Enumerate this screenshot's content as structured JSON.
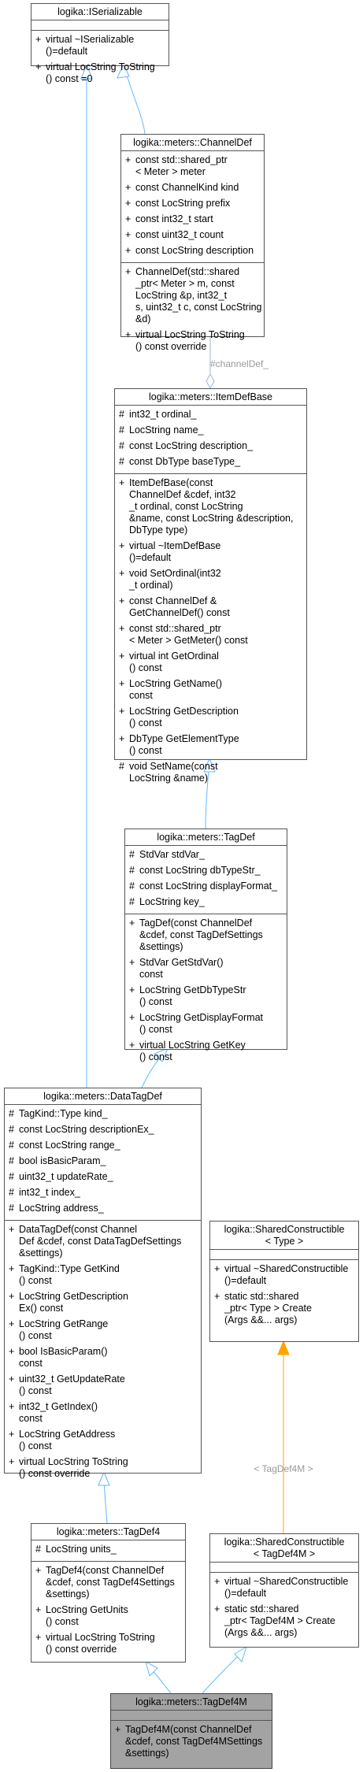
{
  "colors": {
    "inheritance": "#63b8ff",
    "template": "#ffa500",
    "usage": "#9ab6d6",
    "label": "#9a9a9a"
  },
  "edge_labels": {
    "channel_def": "#channelDef_",
    "tagdef4m": "< TagDef4M >"
  },
  "classes": {
    "iserializable": {
      "title": [
        "logika::ISerializable"
      ],
      "attributes": [],
      "methods": [
        {
          "v": "+",
          "t": "virtual ~ISerializable\n()=default"
        },
        {
          "v": "+",
          "t": "virtual LocString ToString\n() const =0"
        }
      ]
    },
    "channeldef": {
      "title": [
        "logika::meters::ChannelDef"
      ],
      "attributes": [
        {
          "v": "+",
          "t": "const std::shared_ptr\n< Meter > meter"
        },
        {
          "v": "+",
          "t": "const ChannelKind kind"
        },
        {
          "v": "+",
          "t": "const LocString prefix"
        },
        {
          "v": "+",
          "t": "const int32_t start"
        },
        {
          "v": "+",
          "t": "const uint32_t count"
        },
        {
          "v": "+",
          "t": "const LocString description"
        }
      ],
      "methods": [
        {
          "v": "+",
          "t": "ChannelDef(std::shared\n_ptr< Meter > m, const\nLocString &p, int32_t\ns, uint32_t c, const LocString &d)"
        },
        {
          "v": "+",
          "t": "virtual LocString ToString\n() const override"
        }
      ]
    },
    "itemdefbase": {
      "title": [
        "logika::meters::ItemDefBase"
      ],
      "attributes": [
        {
          "v": "#",
          "t": "int32_t ordinal_"
        },
        {
          "v": "#",
          "t": "LocString name_"
        },
        {
          "v": "#",
          "t": "const LocString description_"
        },
        {
          "v": "#",
          "t": "const DbType baseType_"
        }
      ],
      "methods": [
        {
          "v": "+",
          "t": "ItemDefBase(const\nChannelDef &cdef, int32\n_t ordinal, const LocString\n&name, const LocString &description,\nDbType type)"
        },
        {
          "v": "+",
          "t": "virtual ~ItemDefBase\n()=default"
        },
        {
          "v": "+",
          "t": "void SetOrdinal(int32\n_t ordinal)"
        },
        {
          "v": "+",
          "t": "const ChannelDef &\nGetChannelDef() const"
        },
        {
          "v": "+",
          "t": "const std::shared_ptr\n< Meter > GetMeter() const"
        },
        {
          "v": "+",
          "t": "virtual int GetOrdinal\n() const"
        },
        {
          "v": "+",
          "t": "LocString GetName()\n const"
        },
        {
          "v": "+",
          "t": "LocString GetDescription\n() const"
        },
        {
          "v": "+",
          "t": "DbType GetElementType\n() const"
        },
        {
          "v": "#",
          "t": "void SetName(const\nLocString &name)"
        }
      ]
    },
    "tagdef": {
      "title": [
        "logika::meters::TagDef"
      ],
      "attributes": [
        {
          "v": "#",
          "t": "StdVar stdVar_"
        },
        {
          "v": "#",
          "t": "const LocString dbTypeStr_"
        },
        {
          "v": "#",
          "t": "const LocString displayFormat_"
        },
        {
          "v": "#",
          "t": "LocString key_"
        }
      ],
      "methods": [
        {
          "v": "+",
          "t": "TagDef(const ChannelDef\n&cdef, const TagDefSettings\n&settings)"
        },
        {
          "v": "+",
          "t": "StdVar GetStdVar()\n const"
        },
        {
          "v": "+",
          "t": "LocString GetDbTypeStr\n() const"
        },
        {
          "v": "+",
          "t": "LocString GetDisplayFormat\n() const"
        },
        {
          "v": "+",
          "t": "virtual LocString GetKey\n() const"
        }
      ]
    },
    "datatagdef": {
      "title": [
        "logika::meters::DataTagDef"
      ],
      "attributes": [
        {
          "v": "#",
          "t": "TagKind::Type kind_"
        },
        {
          "v": "#",
          "t": "const LocString descriptionEx_"
        },
        {
          "v": "#",
          "t": "const LocString range_"
        },
        {
          "v": "#",
          "t": "bool isBasicParam_"
        },
        {
          "v": "#",
          "t": "uint32_t updateRate_"
        },
        {
          "v": "#",
          "t": "int32_t index_"
        },
        {
          "v": "#",
          "t": "LocString address_"
        }
      ],
      "methods": [
        {
          "v": "+",
          "t": "DataTagDef(const Channel\nDef &cdef, const DataTagDefSettings\n&settings)"
        },
        {
          "v": "+",
          "t": "TagKind::Type GetKind\n() const"
        },
        {
          "v": "+",
          "t": "LocString GetDescription\nEx() const"
        },
        {
          "v": "+",
          "t": "LocString GetRange\n() const"
        },
        {
          "v": "+",
          "t": "bool IsBasicParam()\n const"
        },
        {
          "v": "+",
          "t": "uint32_t GetUpdateRate\n() const"
        },
        {
          "v": "+",
          "t": "int32_t GetIndex()\n const"
        },
        {
          "v": "+",
          "t": "LocString GetAddress\n() const"
        },
        {
          "v": "+",
          "t": "virtual LocString ToString\n() const override"
        }
      ]
    },
    "sharedconstructible_type": {
      "title": [
        "logika::SharedConstructible",
        "< Type >"
      ],
      "attributes": [],
      "methods": [
        {
          "v": "+",
          "t": "virtual ~SharedConstructible\n()=default"
        },
        {
          "v": "+",
          "t": "static std::shared\n_ptr< Type > Create\n(Args &&... args)"
        }
      ]
    },
    "tagdef4": {
      "title": [
        "logika::meters::TagDef4"
      ],
      "attributes": [
        {
          "v": "#",
          "t": "LocString units_"
        }
      ],
      "methods": [
        {
          "v": "+",
          "t": "TagDef4(const ChannelDef\n&cdef, const TagDef4Settings\n&settings)"
        },
        {
          "v": "+",
          "t": "LocString GetUnits\n() const"
        },
        {
          "v": "+",
          "t": "virtual LocString ToString\n() const override"
        }
      ]
    },
    "sharedconstructible_tagdef4m": {
      "title": [
        "logika::SharedConstructible",
        "< TagDef4M >"
      ],
      "attributes": [],
      "methods": [
        {
          "v": "+",
          "t": "virtual ~SharedConstructible\n()=default"
        },
        {
          "v": "+",
          "t": "static std::shared\n_ptr< TagDef4M > Create\n(Args &&... args)"
        }
      ]
    },
    "tagdef4m": {
      "title": [
        "logika::meters::TagDef4M"
      ],
      "attributes": [],
      "methods": [
        {
          "v": "+",
          "t": "TagDef4M(const ChannelDef\n&cdef, const TagDef4MSettings\n&settings)"
        }
      ]
    }
  }
}
